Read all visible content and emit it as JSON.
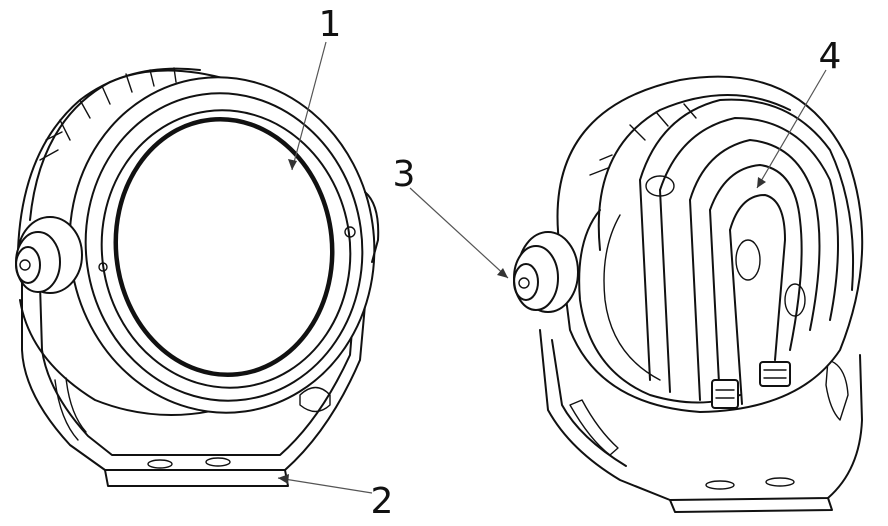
{
  "callouts": [
    {
      "id": "1",
      "text": "1"
    },
    {
      "id": "2",
      "text": "2"
    },
    {
      "id": "3",
      "text": "3"
    },
    {
      "id": "4",
      "text": "4"
    }
  ],
  "colors": {
    "line": "#111111",
    "leader": "#555555",
    "background": "#ffffff"
  }
}
